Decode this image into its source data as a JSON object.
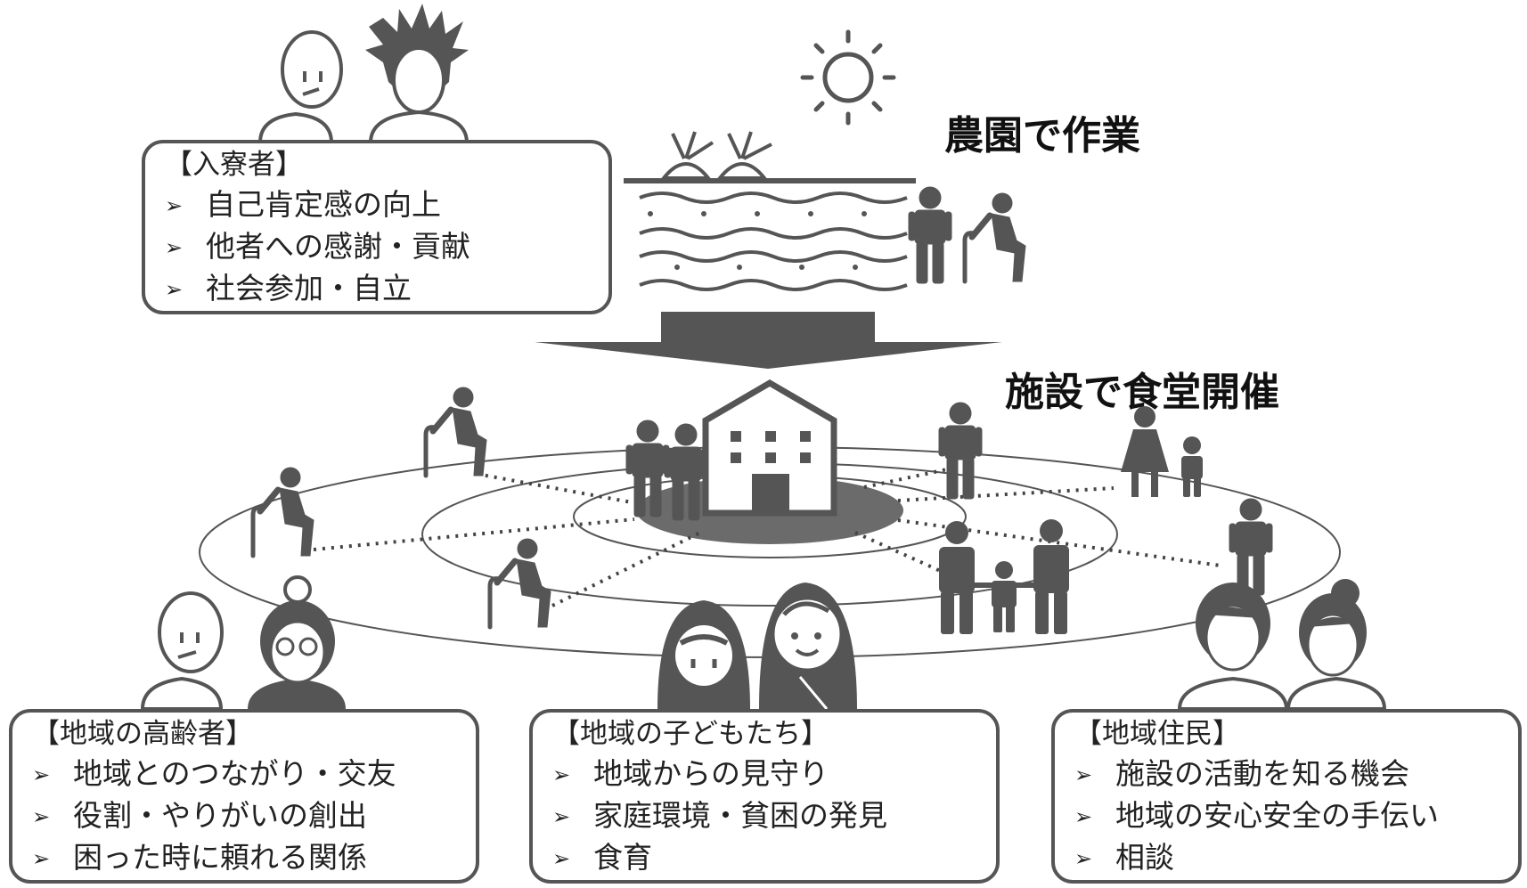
{
  "headings": {
    "farm": "農園で作業",
    "dining": "施設で食堂開催"
  },
  "boxes": {
    "residents": {
      "title": "【入寮者】",
      "items": [
        "自己肯定感の向上",
        "他者への感謝・貢献",
        "社会参加・自立"
      ]
    },
    "elderly": {
      "title": "【地域の高齢者】",
      "items": [
        "地域とのつながり・交友",
        "役割・やりがいの創出",
        "困った時に頼れる関係"
      ]
    },
    "children": {
      "title": "【地域の子どもたち】",
      "items": [
        "地域からの見守り",
        "家庭環境・貧困の発見",
        "食育"
      ]
    },
    "locals": {
      "title": "【地域住民】",
      "items": [
        "施設の活動を知る機会",
        "地域の安心安全の手伝い",
        "相談"
      ]
    }
  },
  "bullet_glyph": "➢",
  "icons": [
    "sun-icon",
    "vegetable-icon",
    "farm-field-icon",
    "person-icon",
    "elderly-with-cane-icon",
    "building-icon",
    "family-icon",
    "mother-child-icon",
    "down-arrow-icon"
  ],
  "colors": {
    "figure": "#555555",
    "outline": "#555555",
    "center": "#6b6b6b"
  }
}
